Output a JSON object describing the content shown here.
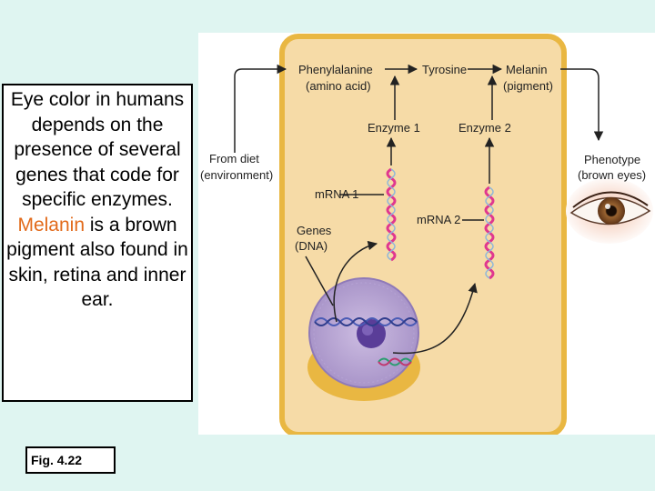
{
  "caption": {
    "before": "Eye color in humans depends on the presence of several genes that code for specific enzymes. ",
    "highlight": "Melanin",
    "after": " is a brown pigment also found in skin, retina and inner ear."
  },
  "figure_label": "Fig. 4.22",
  "diagram": {
    "phenylalanine": "Phenylalanine",
    "amino_acid": "(amino acid)",
    "tyrosine": "Tyrosine",
    "melanin": "Melanin",
    "pigment": "(pigment)",
    "enzyme1": "Enzyme 1",
    "enzyme2": "Enzyme 2",
    "from_diet": "From diet",
    "environment": "(environment)",
    "phenotype": "Phenotype",
    "brown_eyes": "(brown eyes)",
    "mrna1": "mRNA 1",
    "mrna2": "mRNA 2",
    "genes": "Genes",
    "dna": "(DNA)"
  },
  "colors": {
    "highlight": "#e26a1a",
    "cell_fill": "#f6dba7",
    "cell_border": "#e9b742",
    "nucleus": "#bba6d3",
    "nucleolus": "#5a3d98",
    "mrna_pink": "#e0378f",
    "iris": "#7a4a26"
  }
}
